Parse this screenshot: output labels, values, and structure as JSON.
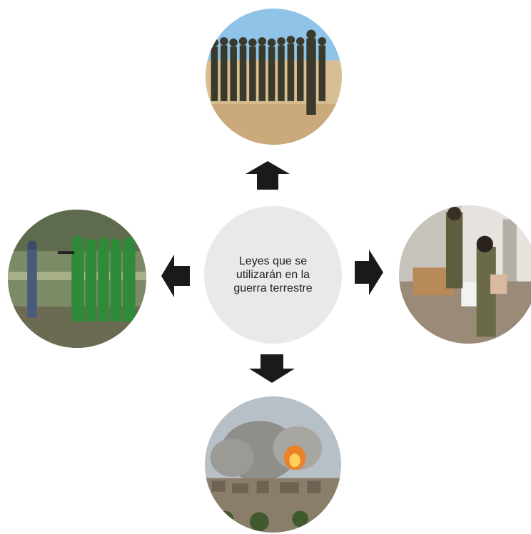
{
  "center": {
    "label": "Leyes que se utilizarán en la guerra terrestre"
  },
  "images": [
    {
      "name": "soldiers-marching-in-field-photo",
      "position": "top"
    },
    {
      "name": "soldiers-firing-range-photo",
      "position": "left"
    },
    {
      "name": "soldiers-in-damaged-building-photo",
      "position": "right"
    },
    {
      "name": "city-bombing-explosion-photo",
      "position": "bottom"
    }
  ],
  "arrows": [
    "up",
    "left",
    "right",
    "down"
  ],
  "colors": {
    "center_fill": "#e9e9e9",
    "arrow": "#1a1a1a",
    "background": "#ffffff"
  }
}
